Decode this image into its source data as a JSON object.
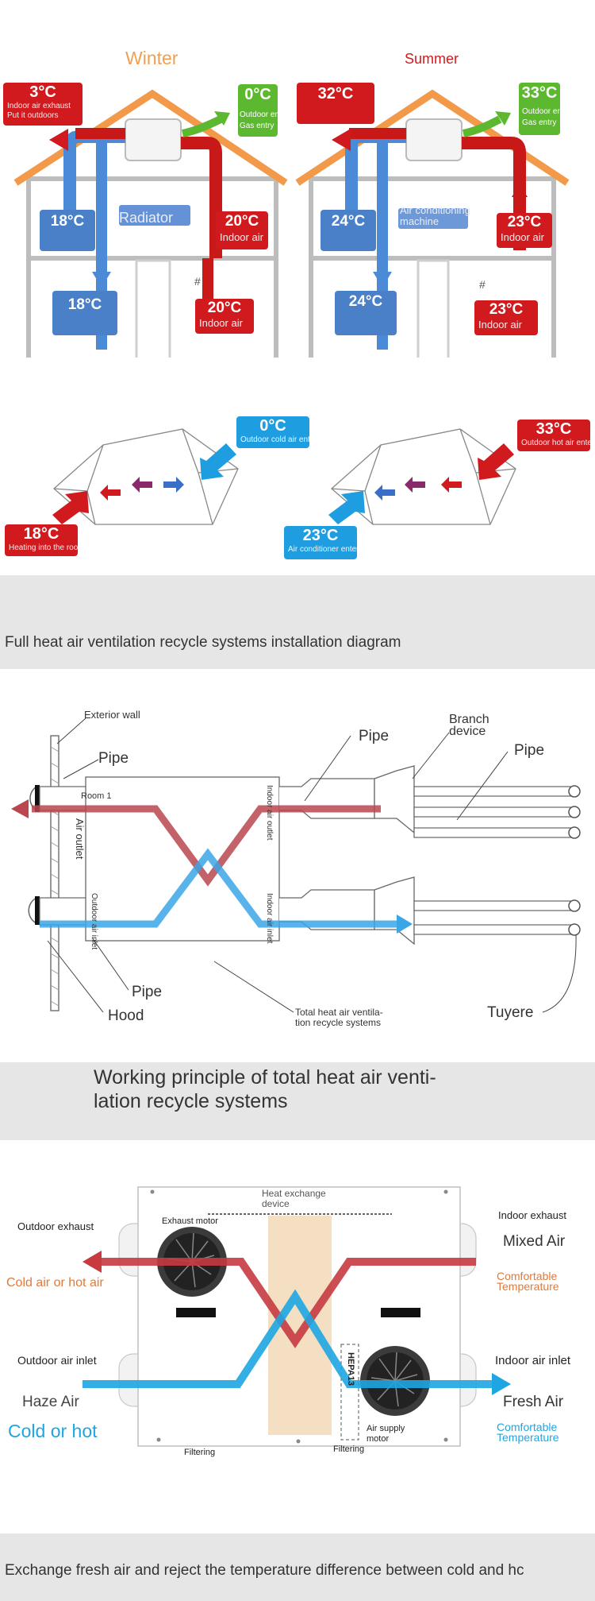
{
  "seasons": {
    "winter": "Winter",
    "summer": "Summer"
  },
  "winter_house": {
    "exhaust_temp": "3°C",
    "exhaust_text": "Indoor air exhaust\nPut it outdoors",
    "outdoor_temp": "0°C",
    "outdoor_text": "Outdoor entry\nGas entry",
    "room_upper_left": "18°C",
    "radiator": "Radiator",
    "room_upper_right": "20°C",
    "room_upper_right_sub": "Indoor air",
    "room_lower_left": "18°C",
    "room_lower_right": "20°C",
    "room_lower_right_sub": "Indoor air",
    "hash_mark": "#"
  },
  "summer_house": {
    "exhaust_temp": "32°C",
    "outdoor_temp": "33°C",
    "outdoor_text": "Outdoor entry\nGas entry",
    "room_upper_left": "24°C",
    "ac": "Air conditioning\nmachine",
    "room_upper_right": "23°C",
    "room_upper_right_sub": "Indoor air",
    "room_lower_left": "24°C",
    "room_lower_right": "23°C",
    "room_lower_right_sub": "Indoor air",
    "hash_mark": "#"
  },
  "exchanger_winter": {
    "in_temp": "0°C",
    "in_text": "Outdoor cold air enters",
    "out_temp": "18°C",
    "out_text": "Heating into the room"
  },
  "exchanger_summer": {
    "in_temp": "33°C",
    "in_text": "Outdoor hot air enters",
    "out_temp": "23°C",
    "out_text": "Air conditioner enters the room"
  },
  "band1": "Full heat air ventilation recycle systems installation diagram",
  "install": {
    "exterior_wall": "Exterior wall",
    "pipe_left": "Pipe",
    "room": "Room 1",
    "air_outlet": "Air outlet",
    "outdoor_air_inlet": "Outdoor air inlet",
    "indoor_air_outlet": "Indoor air outlet",
    "indoor_air_inlet": "Indoor air inlet",
    "pipe_mid": "Pipe",
    "branch_device": "Branch\ndevice",
    "pipe_right": "Pipe",
    "pipe_bottom": "Pipe",
    "hood": "Hood",
    "system": "Total heat air ventila-\ntion recycle systems",
    "tuyere": "Tuyere"
  },
  "band2": "Working principle of total heat air venti-\nlation recycle systems",
  "principle": {
    "heat_exchange": "Heat exchange\ndevice",
    "exhaust_motor": "Exhaust motor",
    "outdoor_exhaust": "Outdoor exhaust",
    "cold_or_hot_air": "Cold air or hot air",
    "indoor_exhaust": "Indoor exhaust",
    "mixed_air": "Mixed Air",
    "comfortable_top": "Comfortable\nTemperature",
    "outdoor_air_inlet": "Outdoor air inlet",
    "haze_air": "Haze Air",
    "cold_or_hot": "Cold or hot",
    "indoor_air_inlet": "Indoor air inlet",
    "fresh_air": "Fresh Air",
    "comfortable_bottom": "Comfortable\nTemperature",
    "hepa": "HEPA13",
    "air_supply_motor": "Air supply\nmotor",
    "filtering_left": "Filtering",
    "filtering_right": "Filtering"
  },
  "band3": "Exchange fresh air and reject the temperature difference between cold and hc",
  "colors": {
    "red": "#d01a1e",
    "blue": "#2f8fd8",
    "cyan": "#20a8e0",
    "orange": "#f0a050",
    "green": "#5cb82e",
    "band": "#e6e6e6"
  }
}
